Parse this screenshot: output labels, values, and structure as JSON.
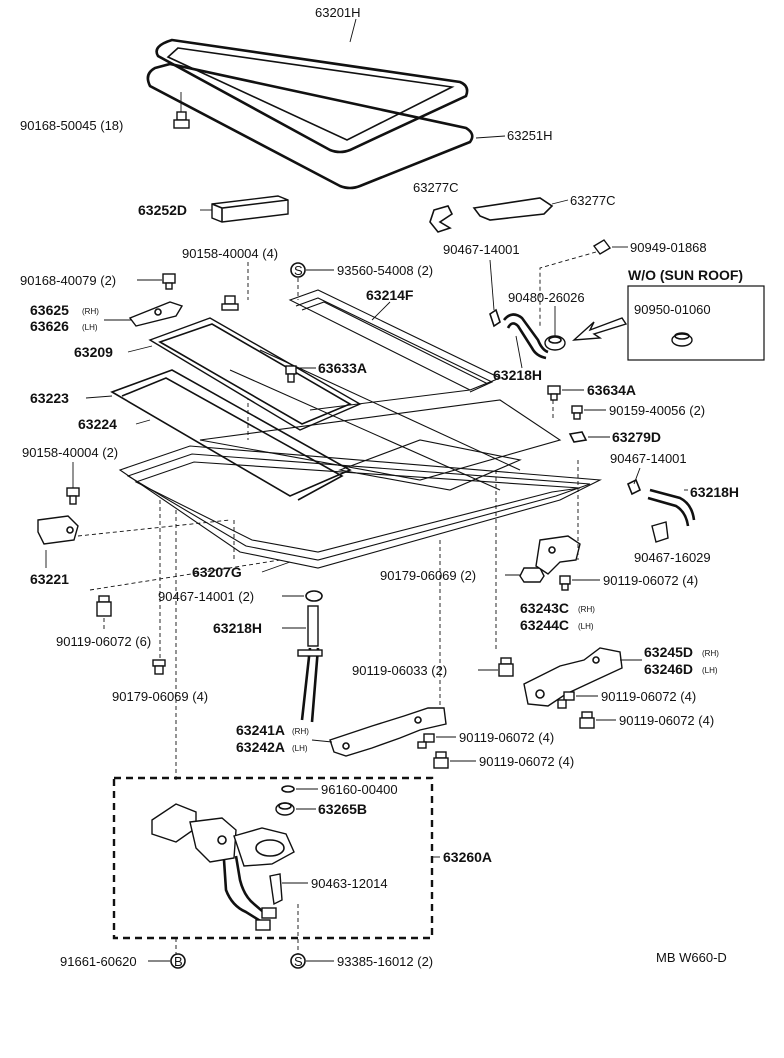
{
  "diagram_code": "MB  W660-D",
  "option_box": {
    "title": "W/O (SUN ROOF)",
    "part": "90950-01060"
  },
  "labels": {
    "p63201H": "63201H",
    "p63251H": "63251H",
    "p90168_50045": "90168-50045 (18)",
    "p63277C_a": "63277C",
    "p63277C_b": "63277C",
    "p63252D": "63252D",
    "p90467_14001_a": "90467-14001",
    "p90949_01868": "90949-01868",
    "p90158_40004_a": "90158-40004 (4)",
    "p90168_40079": "90168-40079 (2)",
    "p93560_54008": "93560-54008 (2)",
    "p63214F": "63214F",
    "p90480_26026": "90480-26026",
    "p63625": "63625",
    "p63626": "63626",
    "p63209": "63209",
    "p63633A": "63633A",
    "p63218H_a": "63218H",
    "p63634A": "63634A",
    "p63223": "63223",
    "p90159_40056": "90159-40056 (2)",
    "p63224": "63224",
    "p63279D": "63279D",
    "p90158_40004_b": "90158-40004 (2)",
    "p90467_14001_b": "90467-14001",
    "p63218H_b": "63218H",
    "p90467_16029": "90467-16029",
    "p63221": "63221",
    "p63207G": "63207G",
    "p90179_06069_a": "90179-06069 (2)",
    "p90119_06072_a": "90119-06072 (4)",
    "p90467_14001_c": "90467-14001 (2)",
    "p63243C": "63243C",
    "p63244C": "63244C",
    "p90119_06072_b": "90119-06072 (6)",
    "p63218H_c": "63218H",
    "p90119_06033": "90119-06033 (2)",
    "p63245D": "63245D",
    "p63246D": "63246D",
    "p90179_06069_b": "90179-06069 (4)",
    "p90119_06072_c": "90119-06072 (4)",
    "p90119_06072_d": "90119-06072 (4)",
    "p63241A": "63241A",
    "p63242A": "63242A",
    "p90119_06072_e": "90119-06072 (4)",
    "p90119_06072_f": "90119-06072 (4)",
    "p96160_00400": "96160-00400",
    "p63265B": "63265B",
    "p63260A": "63260A",
    "p90463_12014": "90463-12014",
    "p91661_60620": "91661-60620",
    "p93385_16012": "93385-16012 (2)"
  },
  "side_marks": {
    "rh": "(RH)",
    "lh": "(LH)"
  },
  "circle_marks": {
    "s": "S",
    "b": "B"
  }
}
